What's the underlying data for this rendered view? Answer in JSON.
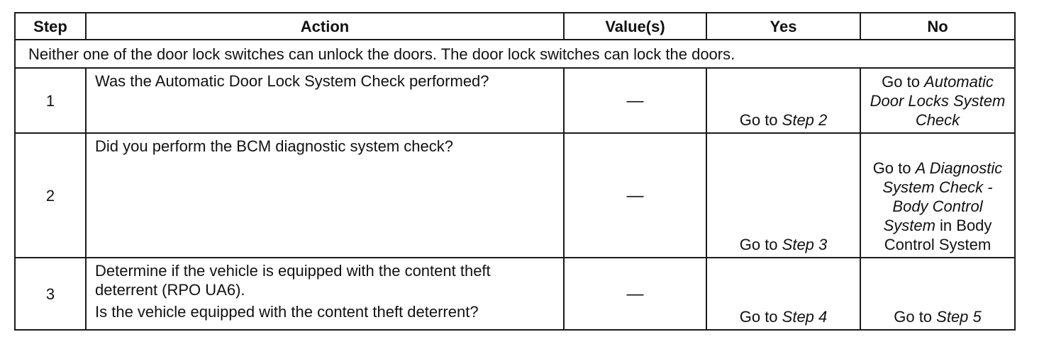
{
  "table": {
    "headers": {
      "step": "Step",
      "action": "Action",
      "values": "Value(s)",
      "yes": "Yes",
      "no": "No"
    },
    "condition": "Neither one of the door lock switches can unlock the doors. The door lock switches can lock the doors.",
    "rows": [
      {
        "step": "1",
        "action": [
          "Was the Automatic Door Lock System Check performed?"
        ],
        "value": "—",
        "yes": {
          "prefix": "Go to ",
          "ref": "Step 2"
        },
        "no": {
          "prefix": "Go to ",
          "ref": "Automatic Door Locks System Check",
          "suffix": ""
        }
      },
      {
        "step": "2",
        "action": [
          "Did you perform the BCM diagnostic system check?"
        ],
        "value": "—",
        "yes": {
          "prefix": "Go to ",
          "ref": "Step 3"
        },
        "no": {
          "prefix": "Go to ",
          "ref": "A Diagnostic System Check - Body Control System",
          "suffix": " in Body Control System"
        }
      },
      {
        "step": "3",
        "action": [
          "Determine if the vehicle is equipped with the content theft deterrent (RPO UA6).",
          "Is the vehicle equipped with the content theft deterrent?"
        ],
        "value": "—",
        "yes": {
          "prefix": "Go to ",
          "ref": "Step 4"
        },
        "no": {
          "prefix": "Go to ",
          "ref": "Step 5",
          "suffix": ""
        }
      }
    ]
  }
}
